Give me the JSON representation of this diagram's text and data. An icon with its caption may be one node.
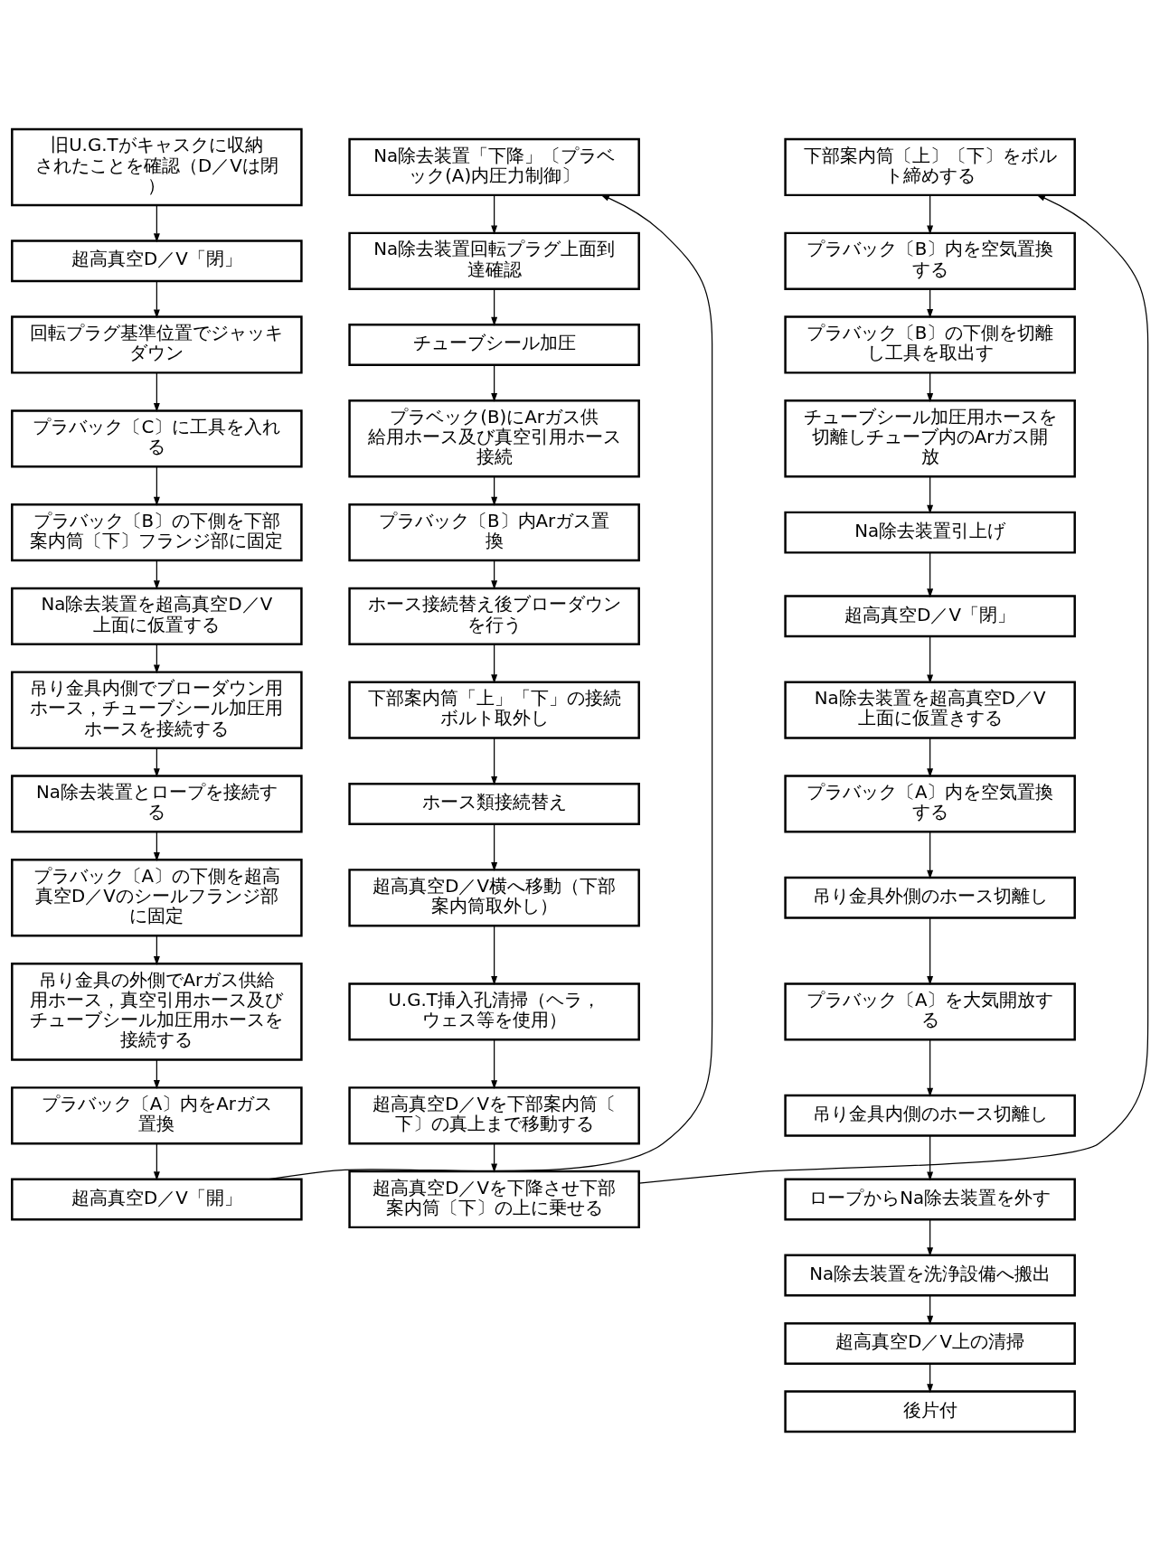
{
  "diagram": {
    "nodes": [
      {
        "text": [
          "旧U.G.Tがキャスクに収納されたことを確認（D／Vは閉）"
        ]
      },
      {
        "text": [
          "超高真空D／V「閉」"
        ]
      },
      {
        "text": [
          "回転プラグ基準位置でジャッキダウン"
        ]
      },
      {
        "text": [
          "プラバック〔C〕に工具を入れる"
        ]
      },
      {
        "text": [
          "プラバック〔B〕の下側を下部案内筒〔下〕フランジ部に固定"
        ]
      },
      {
        "text": [
          "Na除去装置を超高真空D／V上面に仮置する"
        ]
      },
      {
        "text": [
          "吊り金具内側でブローダウン用ホース，チューブシール加圧用ホースを接続する"
        ]
      },
      {
        "text": [
          "Na除去装置とロープを接続する"
        ]
      },
      {
        "text": [
          "プラバック〔A〕の下側を超高真空D／Vのシールフランジ部に固定"
        ]
      },
      {
        "text": [
          "吊り金具の外側でArガス供給用ホース，真空引用ホース及びチューブシール加圧用ホースを接続する"
        ]
      },
      {
        "text": [
          "プラバック〔A〕内をArガス置換"
        ]
      },
      {
        "text": [
          "超高真空D／V「開」"
        ]
      },
      {
        "text": [
          "Na除去装置「下降」〔プラベック(A)内圧力制御〕"
        ]
      },
      {
        "text": [
          "Na除去装置回転プラグ上面到達確認"
        ]
      },
      {
        "text": [
          "チューブシール加圧"
        ]
      },
      {
        "text": [
          "プラベック(B)にArガス供給用ホース及び真空引用ホース接続"
        ]
      },
      {
        "text": [
          "プラバック〔B〕内Arガス置換"
        ]
      },
      {
        "text": [
          "ホース接続替え後ブローダウンを行う"
        ]
      },
      {
        "text": [
          "下部案内筒「上」「下」の接続ボルト取外し"
        ]
      },
      {
        "text": [
          "ホース類接続替え"
        ]
      },
      {
        "text": [
          "超高真空D／V横へ移動（下部案内筒取外し）"
        ]
      },
      {
        "text": [
          "U.G.T挿入孔清掃（ヘラ，ウェス等を使用）"
        ]
      },
      {
        "text": [
          "超高真空D／Vを下部案内筒〔下〕の真上まで移動する"
        ]
      },
      {
        "text": [
          "超高真空D／Vを下降させ下部案内筒〔下〕の上に乗せる"
        ]
      },
      {
        "text": [
          "下部案内筒〔上〕〔下〕をボルト締めする"
        ]
      },
      {
        "text": [
          "プラバック〔B〕内を空気置換する"
        ]
      },
      {
        "text": [
          "プラバック〔B〕の下側を切離し工具を取出す"
        ]
      },
      {
        "text": [
          "チューブシール加圧用ホースを切離しチューブ内のArガス開放"
        ]
      },
      {
        "text": [
          "Na除去装置引上げ"
        ]
      },
      {
        "text": [
          "超高真空D／V「閉」"
        ]
      },
      {
        "text": [
          "Na除去装置を超高真空D／V上面に仮置きする"
        ]
      },
      {
        "text": [
          "プラバック〔A〕内を空気置換する"
        ]
      },
      {
        "text": [
          "吊り金具外側のホース切離し"
        ]
      },
      {
        "text": [
          "プラバック〔A〕を大気開放する"
        ]
      },
      {
        "text": [
          "吊り金具内側のホース切離し"
        ]
      },
      {
        "text": [
          "ロープからNa除去装置を外す"
        ]
      },
      {
        "text": [
          "Na除去装置を洗浄設備へ搬出"
        ]
      },
      {
        "text": [
          "超高真空D／V上の清掃"
        ]
      },
      {
        "text": [
          "後片付"
        ]
      }
    ],
    "edges": [
      {
        "from": 0,
        "to": 1,
        "arrow": "to"
      },
      {
        "from": 1,
        "to": 2,
        "arrow": "to"
      },
      {
        "from": 2,
        "to": 3,
        "arrow": "to"
      },
      {
        "from": 3,
        "to": 4,
        "arrow": "to"
      },
      {
        "from": 4,
        "to": 5,
        "arrow": "to"
      },
      {
        "from": 5,
        "to": 6,
        "arrow": "to"
      },
      {
        "from": 6,
        "to": 7,
        "arrow": "to"
      },
      {
        "from": 7,
        "to": 8,
        "arrow": "to"
      },
      {
        "from": 8,
        "to": 9,
        "arrow": "to"
      },
      {
        "from": 9,
        "to": 10,
        "arrow": "to"
      },
      {
        "from": 10,
        "to": 11,
        "arrow": "to"
      },
      {
        "from": 11,
        "to": 12,
        "arrow": "to"
      },
      {
        "from": 12,
        "to": 13,
        "arrow": "to"
      },
      {
        "from": 13,
        "to": 14,
        "arrow": "to"
      },
      {
        "from": 14,
        "to": 15,
        "arrow": "to"
      },
      {
        "from": 15,
        "to": 16,
        "arrow": "to"
      },
      {
        "from": 16,
        "to": 17,
        "arrow": "to"
      },
      {
        "from": 17,
        "to": 18,
        "arrow": "to"
      },
      {
        "from": 18,
        "to": 19,
        "arrow": "to"
      },
      {
        "from": 19,
        "to": 20,
        "arrow": "to"
      },
      {
        "from": 20,
        "to": 21,
        "arrow": "to"
      },
      {
        "from": 21,
        "to": 22,
        "arrow": "to"
      },
      {
        "from": 22,
        "to": 23,
        "arrow": "to"
      },
      {
        "from": 23,
        "to": 24,
        "arrow": "to"
      },
      {
        "from": 24,
        "to": 25,
        "arrow": "to"
      },
      {
        "from": 25,
        "to": 26,
        "arrow": "to"
      },
      {
        "from": 26,
        "to": 27,
        "arrow": "to"
      },
      {
        "from": 27,
        "to": 28,
        "arrow": "to"
      },
      {
        "from": 28,
        "to": 29,
        "arrow": "to"
      },
      {
        "from": 29,
        "to": 30,
        "arrow": "to"
      },
      {
        "from": 30,
        "to": 31,
        "arrow": "to"
      },
      {
        "from": 31,
        "to": 32,
        "arrow": "to"
      },
      {
        "from": 32,
        "to": 33,
        "arrow": "to"
      },
      {
        "from": 33,
        "to": 34,
        "arrow": "to"
      },
      {
        "from": 34,
        "to": 35,
        "arrow": "to"
      },
      {
        "from": 35,
        "to": 36,
        "arrow": "to"
      },
      {
        "from": 36,
        "to": 37,
        "arrow": "to"
      },
      {
        "from": 37,
        "to": 38,
        "arrow": "to"
      }
    ]
  }
}
